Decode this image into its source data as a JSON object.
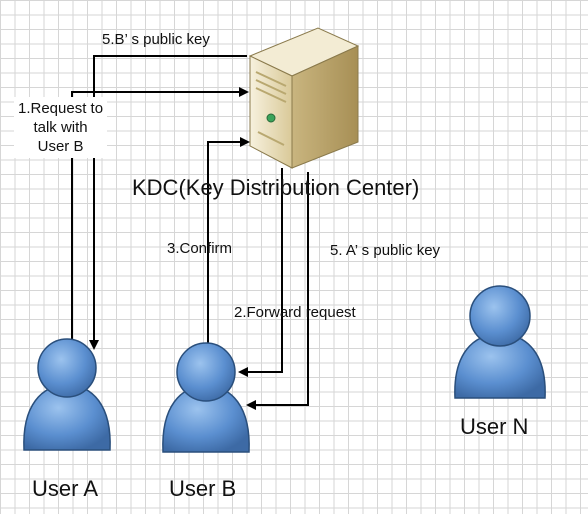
{
  "nodes": {
    "kdc": {
      "label": "KDC(Key Distribution Center)"
    },
    "user_a": {
      "label": "User A"
    },
    "user_b": {
      "label": "User B"
    },
    "user_n": {
      "label": "User N"
    }
  },
  "steps": {
    "request": "1.Request to\ntalk with\nUser B",
    "forward": "2.Forward request",
    "confirm": "3.Confirm",
    "b_key": "5.B’  s public key",
    "a_key": "5. A’  s public key"
  },
  "colors": {
    "user_fill": "#5b8fd0",
    "user_stroke": "#2a4f7c",
    "server_body": "#e8dcb8",
    "line": "#000000"
  }
}
